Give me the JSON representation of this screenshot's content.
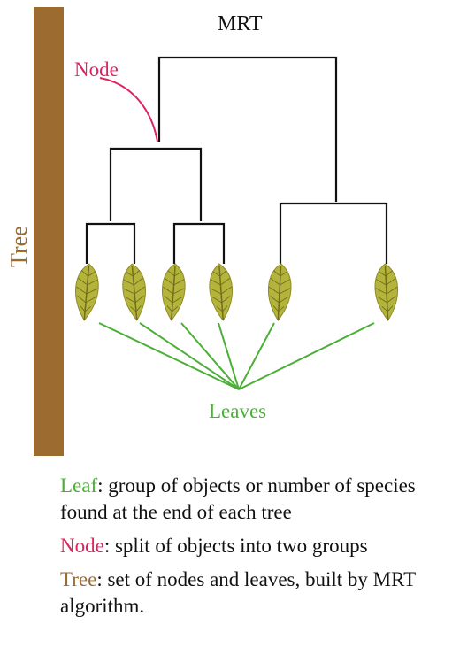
{
  "title": "MRT",
  "labels": {
    "tree": "Tree",
    "node": "Node",
    "leaves": "Leaves"
  },
  "legend": [
    {
      "term": "Leaf",
      "color": "#4caf37",
      "definition": ": group of objects or number of species found at the end of each tree"
    },
    {
      "term": "Node",
      "color": "#e0245e",
      "definition": ": split of objects into two groups"
    },
    {
      "term": "Tree",
      "color": "#9c6b30",
      "definition": ": set of nodes and leaves, built by MRT algorithm."
    }
  ],
  "colors": {
    "trunk": "#9c6b30",
    "node_pointer": "#e0245e",
    "leaves_lines": "#4caf37",
    "branch": "#111111",
    "leaf_fill": "#b5b43a",
    "leaf_vein": "#6f6e22"
  }
}
